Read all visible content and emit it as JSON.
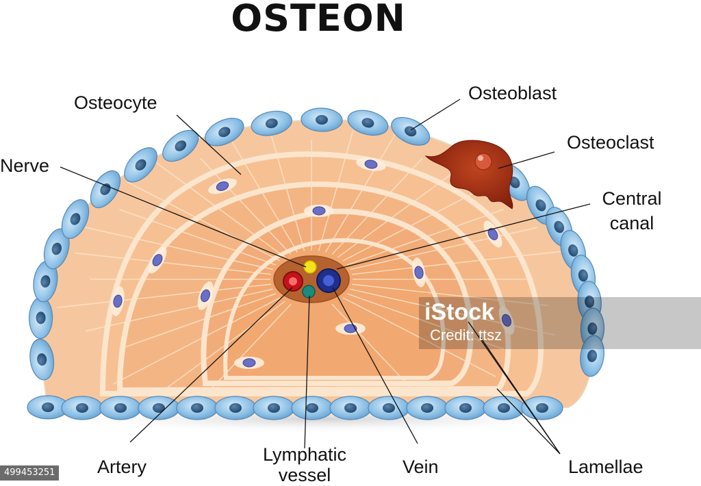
{
  "title": "OSTEON",
  "labels": {
    "osteocyte": "Osteocyte",
    "osteoblast": "Osteoblast",
    "osteoclast": "Osteoclast",
    "nerve": "Nerve",
    "central_canal_line1": "Central",
    "central_canal_line2": "canal",
    "artery": "Artery",
    "lymphatic_line1": "Lymphatic",
    "lymphatic_line2": "vessel",
    "vein": "Vein",
    "lamellae": "Lamellae"
  },
  "watermark": {
    "brand": "iStock",
    "credit": "Credit: ttsz"
  },
  "stock_id": "499453251",
  "colors": {
    "bone_outer": "#f6c79e",
    "bone_mid": "#f4b98a",
    "bone_inner": "#f1ad78",
    "cell_blue": "#7fb6e0",
    "cell_nucleus": "#2f5f88",
    "osteoclast": "#9a2a12",
    "canal": "#b5622e",
    "nerve_yellow": "#f4e21c",
    "artery_red": "#c4141b",
    "vein_blue": "#1f2f8c",
    "lymph_teal": "#1d8b7b",
    "osteocyte_purple": "#6a6fc7"
  }
}
